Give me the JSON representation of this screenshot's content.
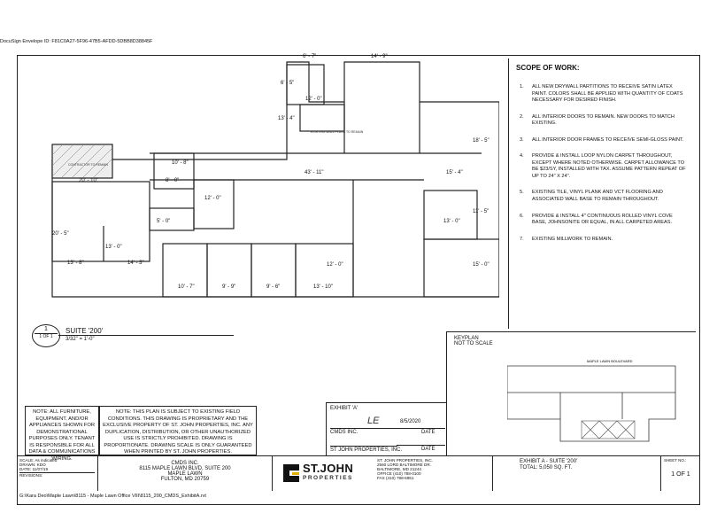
{
  "envelope_id": "DocuSign Envelope ID: F81C0A27-5F96-47B5-AFDD-5DBB8D38845F",
  "plan": {
    "dims": {
      "d1": "6' - 7\"",
      "d2": "14' - 9\"",
      "d3": "6' - 5\"",
      "d4": "12' - 0\"",
      "d5": "13' - 4\"",
      "d6": "10' - 8\"",
      "d7": "20' - 10\"",
      "d8": "8' - 0\"",
      "d9": "43' - 11\"",
      "d10": "15' - 4\"",
      "d11": "18' - 5\"",
      "d12": "12' - 0\"",
      "d13": "5' - 0\"",
      "d14": "13' - 0\"",
      "d15": "11' - 5\"",
      "d16": "20' - 5\"",
      "d17": "13' - 0\"",
      "d18": "13' - 8\"",
      "d19": "14' - 3\"",
      "d20": "15' - 0\"",
      "d21": "12' - 0\"",
      "d22": "10' - 7\"",
      "d23": "9' - 9\"",
      "d24": "9' - 6\"",
      "d25": "13' - 10\""
    },
    "note1": "EXISTING WALL PLANS TO REMAIN",
    "note2": "CONTRACTOR TO REMAIN"
  },
  "drawing_tag": {
    "number": "1",
    "sheet": "1 OF 1",
    "title": "SUITE '200'",
    "scale": "3/32\" = 1'-0\""
  },
  "scope": {
    "heading": "SCOPE OF WORK:",
    "items": [
      "ALL NEW DRYWALL PARTITIONS TO RECEIVE SATIN LATEX PAINT. COLORS SHALL BE APPLIED WITH QUANTITY OF COATS NECESSARY FOR DESIRED FINISH.",
      "ALL INTERIOR DOORS TO REMAIN. NEW DOORS TO MATCH EXISTING.",
      "ALL INTERIOR DOOR FRAMES TO RECEIVE SEMI-GLOSS PAINT.",
      "PROVIDE & INSTALL LOOP NYLON CARPET THROUGHOUT, EXCEPT WHERE NOTED OTHERWISE. CARPET ALLOWANCE TO BE $23/SY, INSTALLED WITH TAX. ASSUME PATTERN REPEAT OF UP TO 24\" X 24\".",
      "EXISTING TILE, VINYL PLANK AND VCT FLOORING AND ASSOCIATED WALL BASE TO REMAIN THROUGHOUT.",
      "PROVIDE & INSTALL 4\" CONTINUOUS ROLLED VINYL COVE BASE, JOHNSONITE OR EQUAL, IN ALL CARPETED AREAS.",
      "EXISTING MILLWORK TO REMAIN."
    ]
  },
  "keyplan": {
    "title": "KEYPLAN",
    "subtitle": "NOT TO SCALE",
    "street": "MAPLE LAWN BOULEVARD"
  },
  "notes": {
    "furniture": "NOTE: ALL FURNITURE, EQUIPMENT, AND/OR APPLIANCES SHOWN FOR DEMONSTRATIONAL PURPOSES ONLY. TENANT IS RESPONSIBLE FOR ALL DATA & COMMUNICATIONS WIRING.",
    "conditions": "NOTE: THIS PLAN IS SUBJECT TO EXISTING FIELD CONDITIONS. THIS DRAWING IS PROPRIETARY AND THE EXCLUSIVE PROPERTY OF ST. JOHN PROPERTIES, INC. ANY DUPLICATION, DISTRIBUTION, OR OTHER UNAUTHORIZED USE IS STRICTLY PROHIBITED. DRAWING IS PROPORTIONATE. DRAWING SCALE IS ONLY GUARANTEED WHEN PRINTED BY ST. JOHN PROPERTIES."
  },
  "exhibit": {
    "label": "EXHIBIT 'A'",
    "cmds": "CMDS INC.",
    "stjohn": "ST JOHN PROPERTIES, INC.",
    "date1": "8/5/2020",
    "date_label": "DATE",
    "signature": "LE"
  },
  "title_block": {
    "scale_label": "SCALE: As indicated",
    "drawn_label": "DRAWN: KDO",
    "date_label": "DATE: 11/07/19",
    "revisions_label": "REVISIONS:",
    "client_name": "CMDS INC.",
    "client_addr1": "8115 MAPLE LAWN BLVD, SUITE 200",
    "client_addr2": "MAPLE LAWN",
    "client_addr3": "FULTON, MD 20759",
    "logo_main": "ST.JOHN",
    "logo_sub": "PROPERTIES",
    "company_name": "ST. JOHN PROPERTIES, INC.",
    "company_addr1": "2560 LORD BALTIMORE DR.",
    "company_addr2": "BALTIMORE, MD 21244",
    "company_phone": "OFFICE (410) 788-0100",
    "company_fax": "FAX (410) 788-6951",
    "exhibit_title": "EXHIBIT A - SUITE '200'",
    "total": "TOTAL: 5,050 SQ. FT.",
    "sheet_label": "SHEET NO.:",
    "sheet_value": "1 OF 1"
  },
  "file_path": "G:\\Kara Deo\\Maple Lawn\\8115 - Maple Lawn Office VIII\\8115_200_CMDS_ExhibitA.rvt"
}
